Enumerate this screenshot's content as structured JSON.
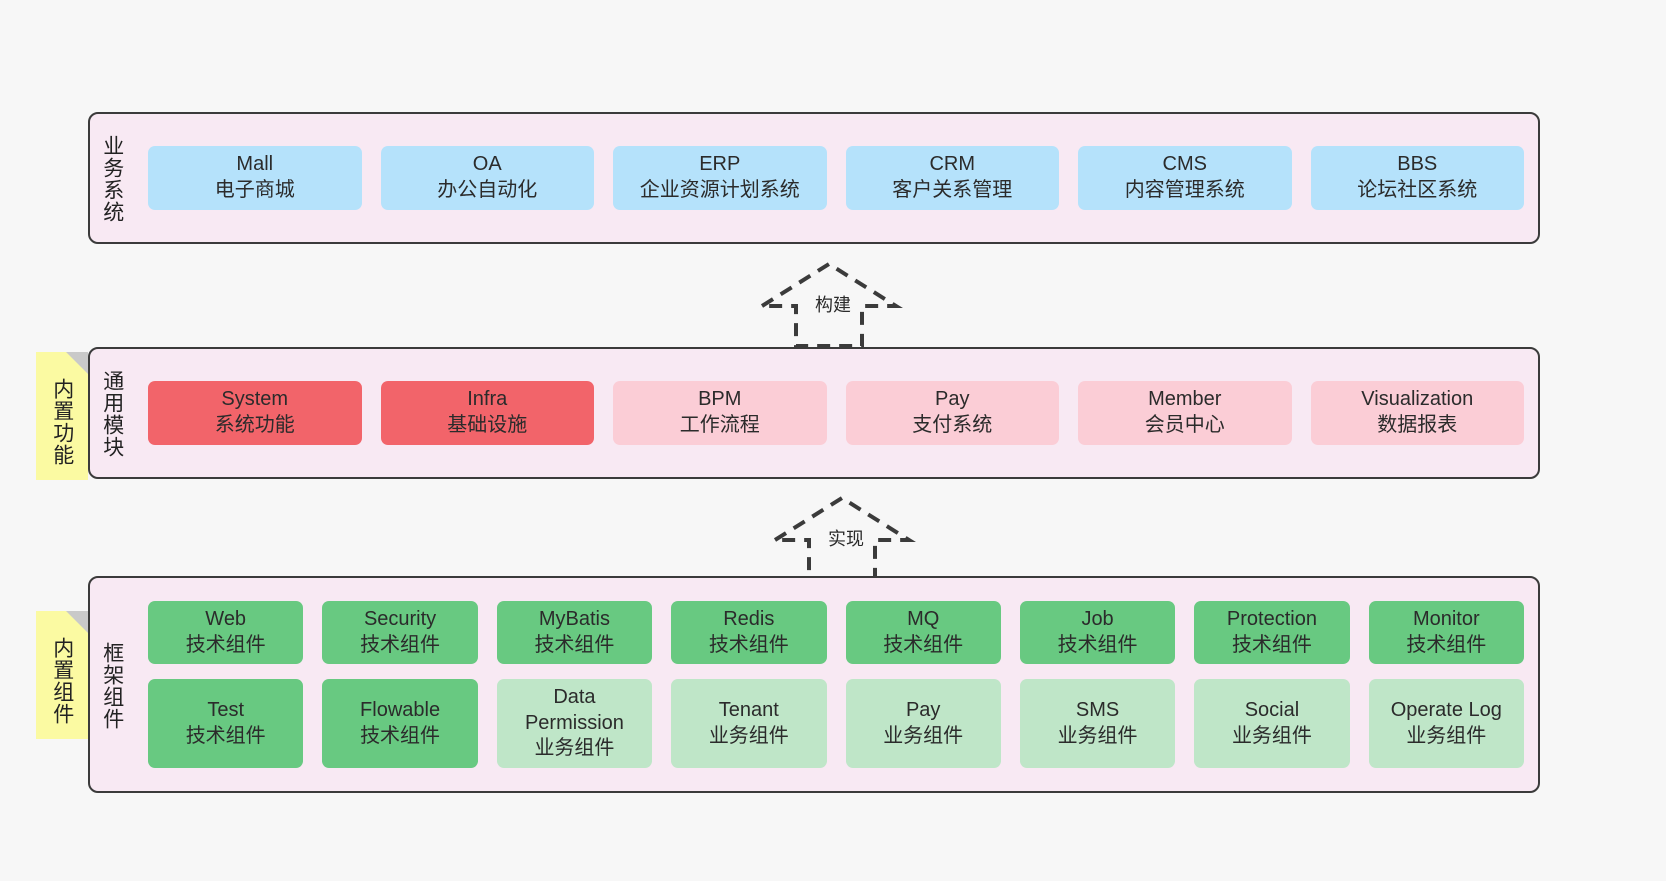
{
  "diagram": {
    "background": "#f7f7f7",
    "layer_fill": "#f8e9f3",
    "layer_border": "#3b3b3b",
    "note_fill": "#fbfaa2",
    "note_fold": "#c9c9c9",
    "colors": {
      "blue": "#b5e2fb",
      "red": "#f2646a",
      "pink": "#fbcdd6",
      "green": "#68c981",
      "light_green": "#bfe6c8"
    }
  },
  "layers": [
    {
      "id": "business-systems",
      "title": "业务系统",
      "rows": [
        [
          {
            "name": "Mall",
            "desc": "电子商城",
            "color": "blue"
          },
          {
            "name": "OA",
            "desc": "办公自动化",
            "color": "blue"
          },
          {
            "name": "ERP",
            "desc": "企业资源计划系统",
            "color": "blue"
          },
          {
            "name": "CRM",
            "desc": "客户关系管理",
            "color": "blue"
          },
          {
            "name": "CMS",
            "desc": "内容管理系统",
            "color": "blue"
          },
          {
            "name": "BBS",
            "desc": "论坛社区系统",
            "color": "blue"
          }
        ]
      ]
    },
    {
      "id": "common-modules",
      "title": "通用模块",
      "note": "内置功能",
      "rows": [
        [
          {
            "name": "System",
            "desc": "系统功能",
            "color": "red"
          },
          {
            "name": "Infra",
            "desc": "基础设施",
            "color": "red"
          },
          {
            "name": "BPM",
            "desc": "工作流程",
            "color": "pink"
          },
          {
            "name": "Pay",
            "desc": "支付系统",
            "color": "pink"
          },
          {
            "name": "Member",
            "desc": "会员中心",
            "color": "pink"
          },
          {
            "name": "Visualization",
            "desc": "数据报表",
            "color": "pink"
          }
        ]
      ]
    },
    {
      "id": "framework-components",
      "title": "框架组件",
      "note": "内置组件",
      "rows": [
        [
          {
            "name": "Web",
            "desc": "技术组件",
            "color": "green"
          },
          {
            "name": "Security",
            "desc": "技术组件",
            "color": "green"
          },
          {
            "name": "MyBatis",
            "desc": "技术组件",
            "color": "green"
          },
          {
            "name": "Redis",
            "desc": "技术组件",
            "color": "green"
          },
          {
            "name": "MQ",
            "desc": "技术组件",
            "color": "green"
          },
          {
            "name": "Job",
            "desc": "技术组件",
            "color": "green"
          },
          {
            "name": "Protection",
            "desc": "技术组件",
            "color": "green"
          },
          {
            "name": "Monitor",
            "desc": "技术组件",
            "color": "green"
          }
        ],
        [
          {
            "name": "Test",
            "desc": "技术组件",
            "color": "green"
          },
          {
            "name": "Flowable",
            "desc": "技术组件",
            "color": "green"
          },
          {
            "name": "Data",
            "name2": "Permission",
            "desc": "业务组件",
            "color": "light_green"
          },
          {
            "name": "Tenant",
            "desc": "业务组件",
            "color": "light_green"
          },
          {
            "name": "Pay",
            "desc": "业务组件",
            "color": "light_green"
          },
          {
            "name": "SMS",
            "desc": "业务组件",
            "color": "light_green"
          },
          {
            "name": "Social",
            "desc": "业务组件",
            "color": "light_green"
          },
          {
            "name": "Operate Log",
            "desc": "业务组件",
            "color": "light_green"
          }
        ]
      ]
    }
  ],
  "connectors": [
    {
      "id": "build",
      "label": "构建"
    },
    {
      "id": "implement",
      "label": "实现"
    }
  ]
}
